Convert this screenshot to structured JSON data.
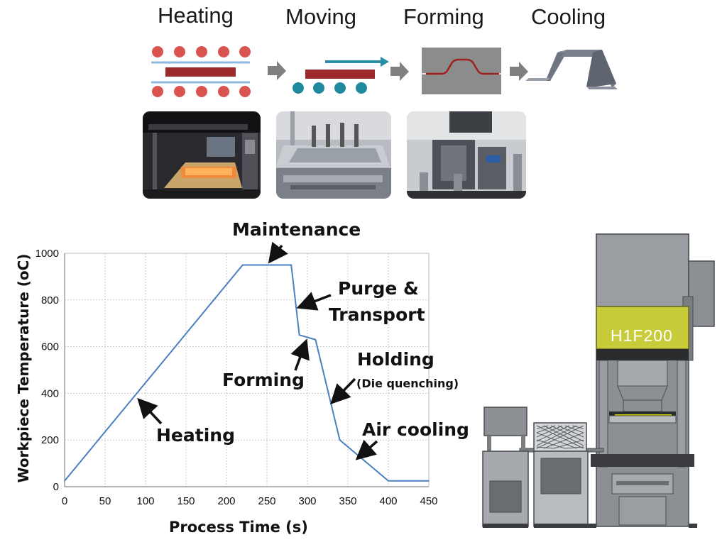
{
  "stages": [
    {
      "label": "Heating"
    },
    {
      "label": "Moving"
    },
    {
      "label": "Forming"
    },
    {
      "label": "Cooling"
    }
  ],
  "press": {
    "label": "H1F200"
  },
  "annotations": {
    "maintenance": "Maintenance",
    "purge_line1": "Purge &",
    "purge_line2": "Transport",
    "forming": "Forming",
    "holding": "Holding",
    "holding_sub": "(Die quenching)",
    "heating": "Heating",
    "air_cooling": "Air cooling"
  },
  "colors": {
    "heater": "#d9534f",
    "blank": "#9b2a2a",
    "rail": "#8fb8de",
    "roller": "#1f8a9e",
    "arrow_move": "#2a8ea3",
    "process_arrow": "#808080",
    "line": "#4a7fc1",
    "press_band": "#c8cc3a"
  },
  "chart_data": {
    "type": "line",
    "xlabel": "Process Time (s)",
    "ylabel": "Workpiece Temperature (oC)",
    "xlim": [
      0,
      450
    ],
    "ylim": [
      0,
      1000
    ],
    "xticks": [
      0,
      50,
      100,
      150,
      200,
      250,
      300,
      350,
      400,
      450
    ],
    "yticks": [
      0,
      200,
      400,
      600,
      800,
      1000
    ],
    "grid": true,
    "series": [
      {
        "x": [
          0,
          220,
          280,
          290,
          300,
          310,
          340,
          400,
          450
        ],
        "y": [
          25,
          950,
          950,
          650,
          640,
          630,
          200,
          25,
          25
        ]
      }
    ]
  }
}
